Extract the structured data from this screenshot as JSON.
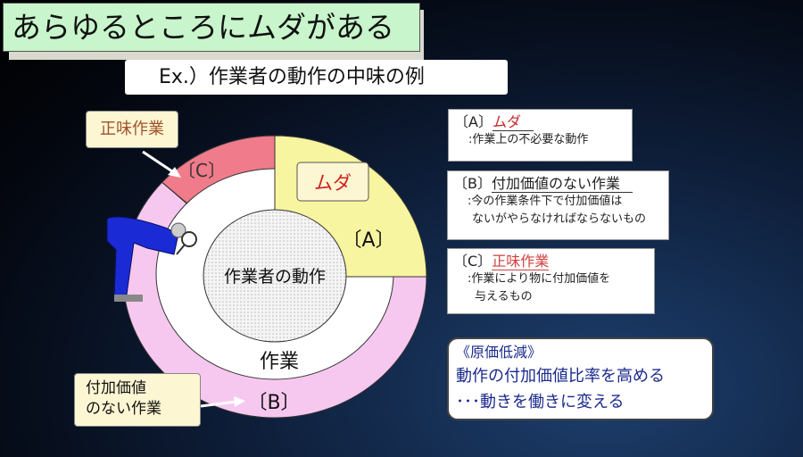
{
  "title": "あらゆるところにムダがある",
  "subtitle": "Ex.）作業者の動作の中味の例",
  "diagram": {
    "center_label": "作業者の動作",
    "middle_label": "作業",
    "segment_a_label": "〔A〕",
    "segment_a_tag": "ムダ",
    "segment_b_label": "〔B〕",
    "segment_c_label": "〔C〕",
    "callout_c": "正味作業",
    "callout_b_line1": "付加価値",
    "callout_b_line2": "のない作業",
    "colors": {
      "a": "#f8f5a0",
      "b": "#f7c8ef",
      "c": "#f07b8a"
    }
  },
  "definitions": [
    {
      "key": "〔A〕",
      "term": "ムダ",
      "desc": [
        ":作業上の不必要な動作"
      ]
    },
    {
      "key": "〔B〕",
      "term": "付加価値のない作業",
      "desc": [
        ":今の作業条件下で付加価値は",
        "ないがやらなければならないもの"
      ]
    },
    {
      "key": "〔C〕",
      "term": "正味作業",
      "desc": [
        ":作業により物に付加価値を",
        "与えるもの"
      ]
    }
  ],
  "cost_reduction": {
    "title": "《原価低減》",
    "line1": "動作の付加価値比率を高める",
    "line2": "･･･動きを働きに変える"
  }
}
